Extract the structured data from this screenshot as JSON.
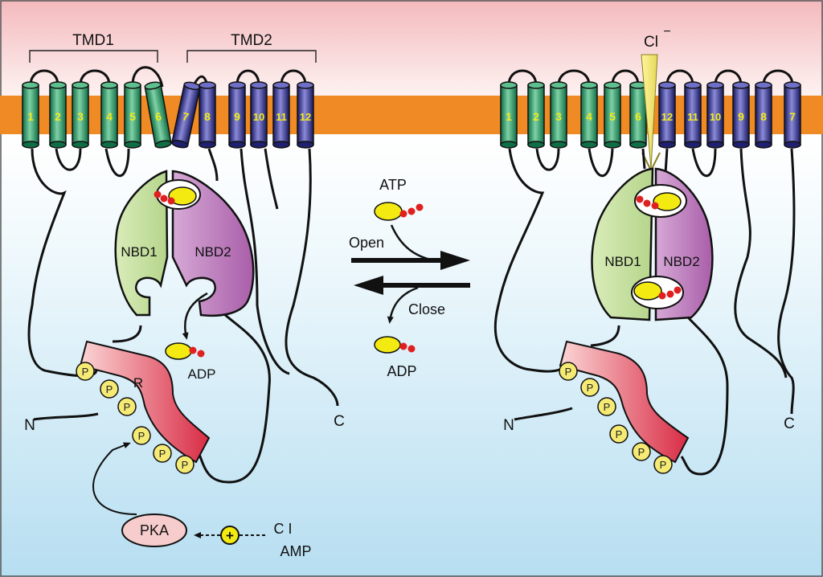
{
  "labels": {
    "tmd1": "TMD1",
    "tmd2": "TMD2",
    "nbd1": "NBD1",
    "nbd2": "NBD2",
    "atp": "ATP",
    "adp": "ADP",
    "open": "Open",
    "close": "Close",
    "n_terminus": "N",
    "c_terminus": "C",
    "r_domain": "R",
    "phosphate": "P",
    "pka": "PKA",
    "plus": "+",
    "camp_line1": "C I",
    "camp_line2": "AMP",
    "chloride": "Cl",
    "chloride_charge": "−"
  },
  "closed_state": {
    "helices": [
      "1",
      "2",
      "3",
      "4",
      "5",
      "6",
      "7",
      "8",
      "9",
      "10",
      "11",
      "12"
    ]
  },
  "open_state": {
    "helices": [
      "1",
      "2",
      "3",
      "4",
      "5",
      "6",
      "12",
      "11",
      "10",
      "9",
      "8",
      "7"
    ]
  },
  "colors": {
    "extracellular": "#f6c8c8",
    "cytoplasm": "#bfe3f3",
    "membrane": "#f08a24",
    "tmd1_helix": "#2e9e6b",
    "tmd2_helix": "#3a3a9a",
    "helix_number": "#f2ec1a",
    "nbd1": "#c9e0a0",
    "nbd2": "#c99bc9",
    "r_domain": "#f6b7b7",
    "phosphate": "#f5ea73",
    "atp_body": "#f2ea10",
    "atp_phosphate": "#e02020",
    "pka": "#f6cccc"
  }
}
